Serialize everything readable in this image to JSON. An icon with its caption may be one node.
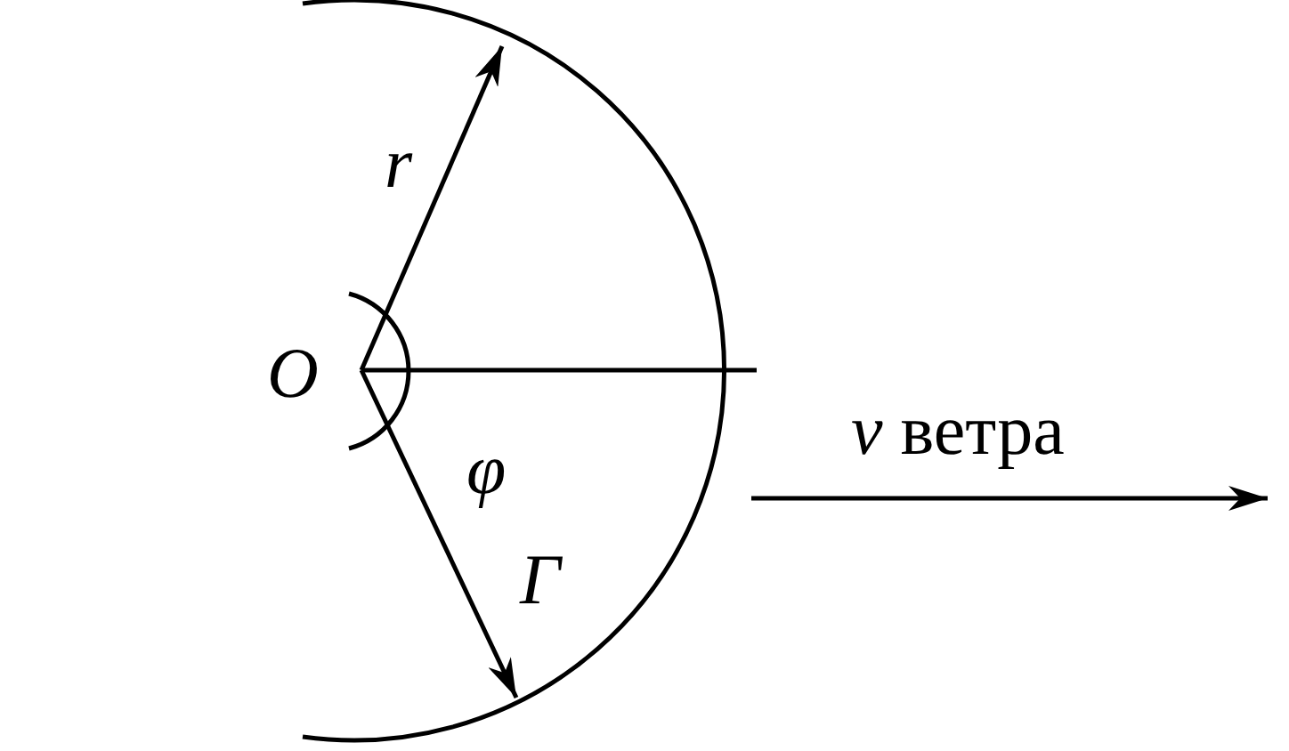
{
  "diagram": {
    "labels": [
      "O",
      "r",
      "φ",
      "Γ",
      "*v* ветра"
    ]
  }
}
